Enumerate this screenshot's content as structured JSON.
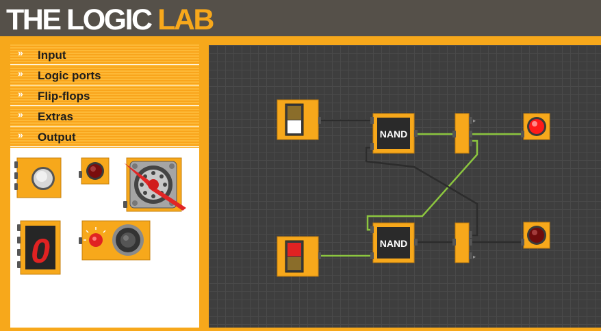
{
  "app": {
    "title_main": "THE LOGIC ",
    "title_accent": "LAB"
  },
  "menu": {
    "items": [
      {
        "label": "Input"
      },
      {
        "label": "Logic ports"
      },
      {
        "label": "Flip-flops"
      },
      {
        "label": "Extras"
      },
      {
        "label": "Output"
      }
    ],
    "arrow": "»"
  },
  "palette": {
    "components": [
      "button-light",
      "led",
      "fan",
      "seven-segment-display",
      "speaker-with-knob"
    ],
    "display_digit": "0"
  },
  "circuit": {
    "gates": [
      {
        "type": "NAND",
        "label": "NAND"
      },
      {
        "type": "NAND",
        "label": "NAND"
      }
    ],
    "switches": [
      {
        "state": "off",
        "color": "white"
      },
      {
        "state": "on",
        "color": "red"
      }
    ],
    "outputs": [
      {
        "state": "on",
        "color": "red"
      },
      {
        "state": "off",
        "color": "dark-red"
      }
    ]
  },
  "colors": {
    "accent": "#f7a81b",
    "header": "#555049",
    "canvas": "#3e3e3e",
    "wire_on": "#8cc63f",
    "wire_off": "#3a3a3a"
  }
}
